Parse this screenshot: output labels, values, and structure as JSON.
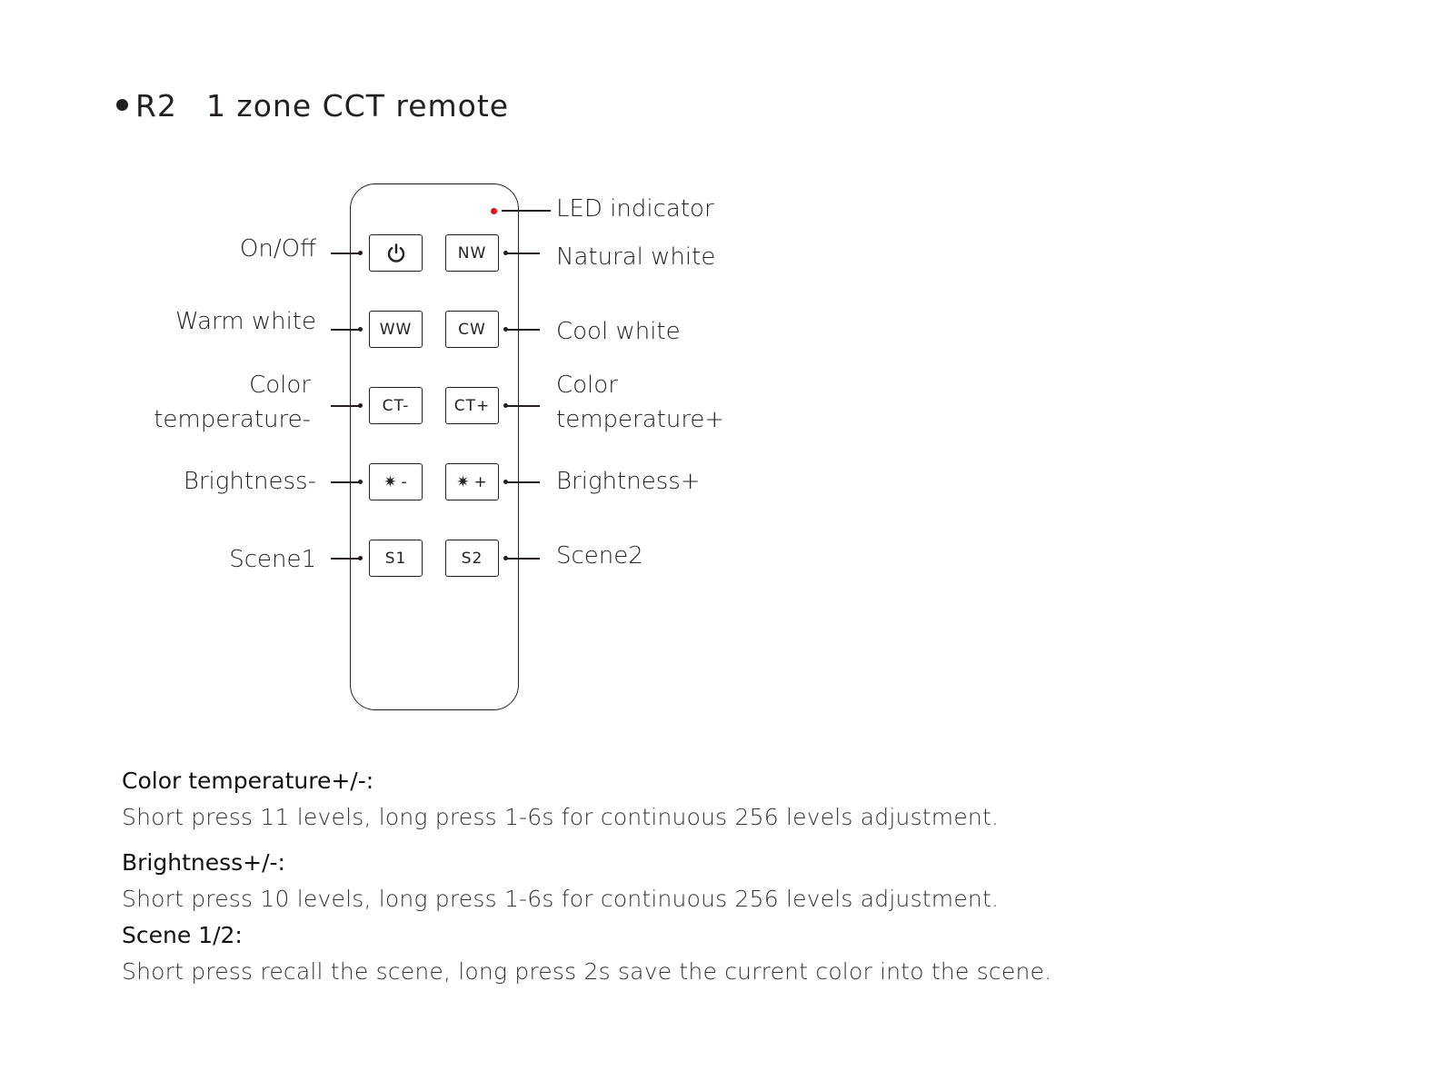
{
  "title": {
    "model": "R2",
    "text": "1 zone CCT remote"
  },
  "buttons": {
    "power": {
      "icon": "power-icon"
    },
    "nw": "NW",
    "ww": "WW",
    "cw": "CW",
    "ct_minus": "CT-",
    "ct_plus": "CT+",
    "brightness_minus": {
      "icon": "sun-icon",
      "text": "-"
    },
    "brightness_plus": {
      "icon": "sun-icon",
      "text": "+"
    },
    "s1": "S1",
    "s2": "S2"
  },
  "labels": {
    "led": "LED indicator",
    "on_off": "On/Off",
    "natural_white": "Natural white",
    "warm_white": "Warm white",
    "cool_white": "Cool white",
    "ct_minus_line1": "Color",
    "ct_minus_line2": "temperature-",
    "ct_plus_line1": "Color",
    "ct_plus_line2": "temperature+",
    "brightness_minus": "Brightness-",
    "brightness_plus": "Brightness+",
    "scene1": "Scene1",
    "scene2": "Scene2"
  },
  "colors": {
    "led": "#e0141e",
    "ink": "#231f20"
  },
  "notes": [
    {
      "heading": "Color temperature+/-:",
      "text": "Short press 11 levels, long press 1-6s for continuous 256 levels adjustment."
    },
    {
      "heading": "Brightness+/-:",
      "text": "Short press 10 levels, long press 1-6s for continuous 256 levels adjustment."
    },
    {
      "heading": "Scene 1/2:",
      "text": "Short press recall the scene, long press 2s save the current color into the scene."
    }
  ]
}
